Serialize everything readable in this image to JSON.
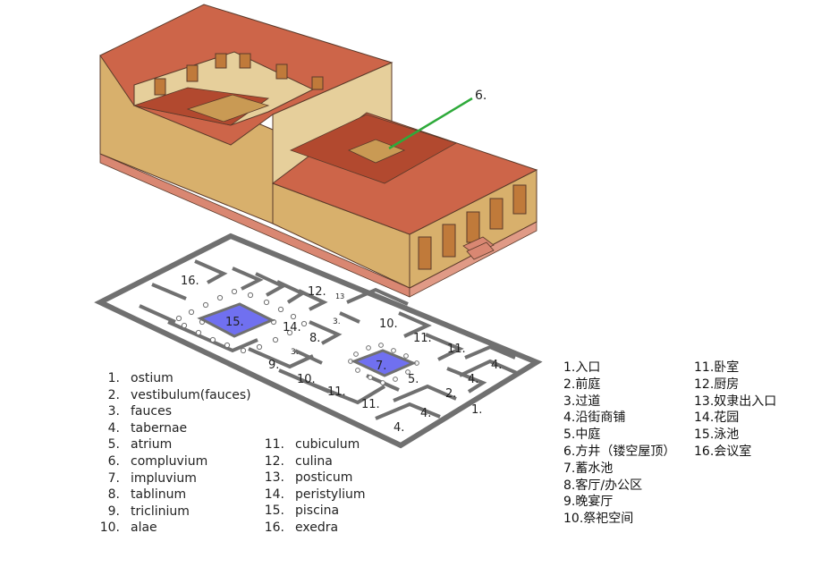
{
  "diagram": {
    "callout_label": "6.",
    "plan_labels": [
      {
        "id": "16",
        "text": "16."
      },
      {
        "id": "12",
        "text": "12."
      },
      {
        "id": "13",
        "text": "13"
      },
      {
        "id": "15",
        "text": "15."
      },
      {
        "id": "3a",
        "text": "3."
      },
      {
        "id": "10a",
        "text": "10."
      },
      {
        "id": "14",
        "text": "14."
      },
      {
        "id": "8",
        "text": "8."
      },
      {
        "id": "11a",
        "text": "11."
      },
      {
        "id": "11b",
        "text": "11."
      },
      {
        "id": "3b",
        "text": "3."
      },
      {
        "id": "9",
        "text": "9."
      },
      {
        "id": "7",
        "text": "7."
      },
      {
        "id": "4a",
        "text": "4."
      },
      {
        "id": "4b",
        "text": "4."
      },
      {
        "id": "10b",
        "text": "10."
      },
      {
        "id": "5",
        "text": "5."
      },
      {
        "id": "11c",
        "text": "11."
      },
      {
        "id": "2",
        "text": "2."
      },
      {
        "id": "11d",
        "text": "11."
      },
      {
        "id": "1",
        "text": "1."
      },
      {
        "id": "4c",
        "text": "4."
      },
      {
        "id": "4d",
        "text": "4."
      }
    ]
  },
  "legend_latin": [
    {
      "num": "1.",
      "term": "ostium"
    },
    {
      "num": "2.",
      "term": "vestibulum(fauces)"
    },
    {
      "num": "3.",
      "term": "fauces"
    },
    {
      "num": "4.",
      "term": "tabernae"
    },
    {
      "num": "5.",
      "term": "atrium"
    },
    {
      "num": "6.",
      "term": "compluvium"
    },
    {
      "num": "7.",
      "term": "impluvium"
    },
    {
      "num": "8.",
      "term": "tablinum"
    },
    {
      "num": "9.",
      "term": "triclinium"
    },
    {
      "num": "10.",
      "term": "alae"
    },
    {
      "num": "11.",
      "term": "cubiculum"
    },
    {
      "num": "12.",
      "term": "culina"
    },
    {
      "num": "13.",
      "term": "posticum"
    },
    {
      "num": "14.",
      "term": "peristylium"
    },
    {
      "num": "15.",
      "term": "piscina"
    },
    {
      "num": "16.",
      "term": "exedra"
    }
  ],
  "legend_chinese": [
    "1.入口",
    "2.前庭",
    "3.过道",
    "4.沿街商铺",
    "5.中庭",
    "6.方井（镂空屋顶）",
    "7.蓄水池",
    "8.客厅/办公区",
    "9.晚宴厅",
    "10.祭祀空间",
    "11.卧室",
    "12.厨房",
    "13.奴隶出入口",
    "14.花园",
    "15.泳池",
    "16.会议室"
  ],
  "colors": {
    "roof": "#cd6549",
    "roof_dark": "#b2492f",
    "wall": "#d8b06c",
    "wall_light": "#e6cf9b",
    "base": "#d98772",
    "pool": "#7070f0",
    "callout": "#2eaa3a",
    "plan_wall": "#707070"
  }
}
